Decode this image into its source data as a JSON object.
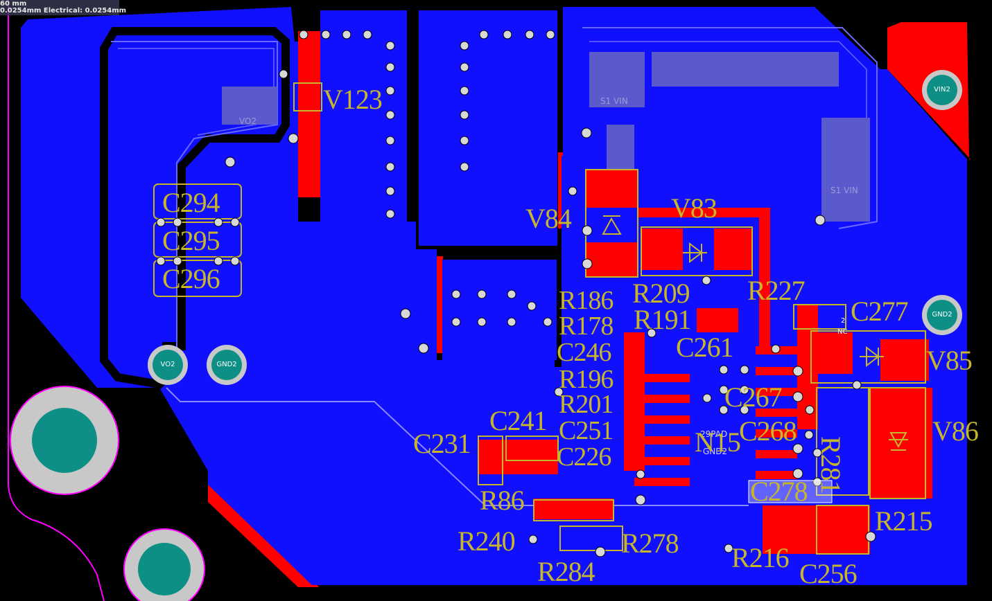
{
  "hud": {
    "line1": "60  mm",
    "line2": "0.0254mm Electrical: 0.0254mm"
  },
  "colors": {
    "top_copper": "#1010ff",
    "bottom_copper": "#ff0000",
    "silkscreen": "#c7b52b",
    "pad_fill": "#0d8f86",
    "pad_ring": "#c8c8c8",
    "board_outline": "#ff00ff"
  },
  "test_points": {
    "vin2": "VIN2",
    "gnd2_right": "GND2",
    "vo2": "VO2",
    "gnd2_left": "GND2"
  },
  "designators": {
    "v123": "V123",
    "c294": "C294",
    "c295": "C295",
    "c296": "C296",
    "v84": "V84",
    "v83": "V83",
    "r186": "R186",
    "r209": "R209",
    "r227": "R227",
    "r178": "R178",
    "r191": "R191",
    "c277": "C277",
    "c246": "C246",
    "c261": "C261",
    "v85": "V85",
    "r196": "R196",
    "c267": "C267",
    "r201": "R201",
    "c241": "C241",
    "c251": "C251",
    "c268": "C268",
    "r281": "R281",
    "v86": "V86",
    "c231": "C231",
    "c226": "C226",
    "n15": "N15",
    "r86": "R86",
    "c278": "C278",
    "r240": "R240",
    "r278": "R278",
    "r215": "R215",
    "r216": "R216",
    "r284": "R284",
    "c256": "C256"
  },
  "net_labels": {
    "vo2_net": "VO2",
    "s1vin_top": "S1 VIN",
    "s1vin_right": "S1 VIN",
    "pad_29": "29PAD",
    "gnd2_n15": "GND2",
    "nc": "NC",
    "pin2": "2"
  }
}
